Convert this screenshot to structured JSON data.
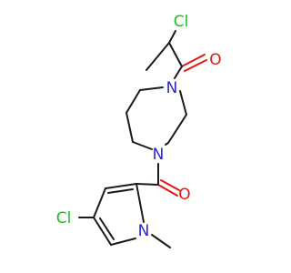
{
  "molecule": {
    "atoms": {
      "cl_top": {
        "label": "Cl",
        "color": "#1fbf1f"
      },
      "o_top": {
        "label": "O",
        "color": "#e8150f"
      },
      "n_ring_top": {
        "label": "N",
        "color": "#2626d9"
      },
      "n_ring_bottom": {
        "label": "N",
        "color": "#2626d9"
      },
      "o_bottom": {
        "label": "O",
        "color": "#e8150f"
      },
      "cl_bottom": {
        "label": "Cl",
        "color": "#1fbf1f"
      },
      "n_pyrrole": {
        "label": "N",
        "color": "#2626d9"
      }
    },
    "colors": {
      "bond": "#1a1a1a",
      "oxygen": "#e8150f",
      "nitrogen": "#2626d9",
      "chlorine": "#1fbf1f"
    }
  }
}
